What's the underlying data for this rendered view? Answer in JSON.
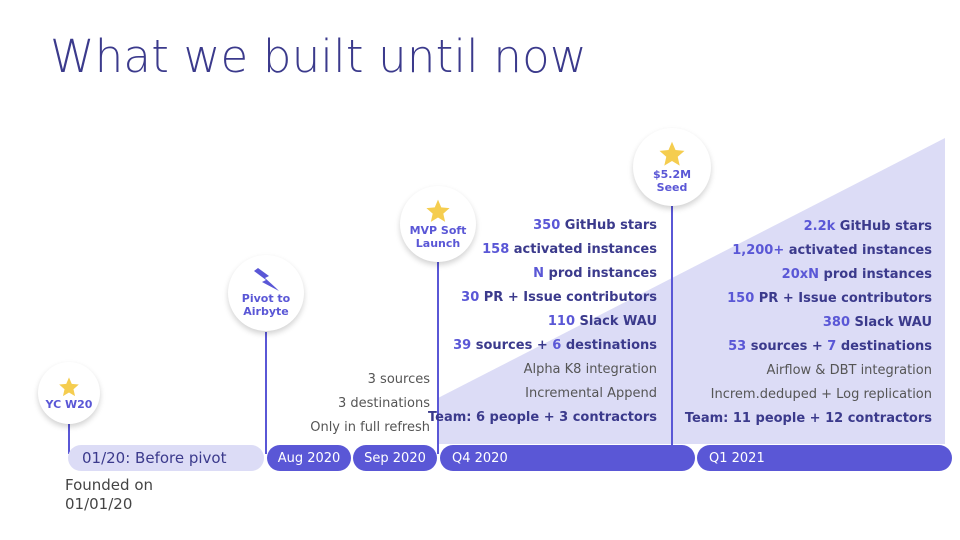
{
  "title": "What we built until now",
  "colors": {
    "accent": "#5a57d6",
    "title": "#3b3a8c",
    "shape": "#dcdcf6",
    "star": "#f5cd4f"
  },
  "milestones": [
    {
      "label": "YC W20",
      "icon": "star-icon"
    },
    {
      "label_line1": "Pivot to",
      "label_line2": "Airbyte",
      "icon": "lightning-icon"
    },
    {
      "label_line1": "MVP Soft",
      "label_line2": "Launch",
      "icon": "star-icon"
    },
    {
      "label_line1": "$5.2M",
      "label_line2": "Seed",
      "icon": "star-icon"
    }
  ],
  "timeline": {
    "before_pivot": "01/20: Before pivot",
    "aug": "Aug 2020",
    "sep": "Sep 2020",
    "q4": "Q4 2020",
    "q1": "Q1 2021"
  },
  "founded": {
    "line1": "Founded on",
    "line2": "01/01/20"
  },
  "sep_notes": [
    "3 sources",
    "3 destinations",
    "Only in full refresh"
  ],
  "q4_stats": {
    "github_num": "350",
    "github_txt": " GitHub stars",
    "instances_num": "158",
    "instances_txt": " activated instances",
    "prod_num": "N",
    "prod_txt": " prod instances",
    "contrib_num": "30",
    "contrib_txt": " PR + Issue contributors",
    "slack_num": "110",
    "slack_txt": " Slack WAU",
    "sources_num": "39",
    "sources_txt": " sources + ",
    "dest_num": "6",
    "dest_txt": " destinations",
    "k8": "Alpha K8 integration",
    "append": "Incremental Append",
    "team": "Team: 6 people + 3 contractors"
  },
  "q1_stats": {
    "github_num": "2.2k",
    "github_txt": " GitHub stars",
    "instances_num": "1,200+",
    "instances_txt": " activated instances",
    "prod_num": "20xN",
    "prod_txt": " prod instances",
    "contrib_num": "150",
    "contrib_txt": " PR + Issue contributors",
    "slack_num": "380",
    "slack_txt": " Slack WAU",
    "sources_num": "53",
    "sources_txt": " sources + ",
    "dest_num": "7",
    "dest_txt": " destinations",
    "airflow": "Airflow & DBT integration",
    "dedup": "Increm.deduped + Log replication",
    "team": "Team: 11 people + 12 contractors"
  }
}
